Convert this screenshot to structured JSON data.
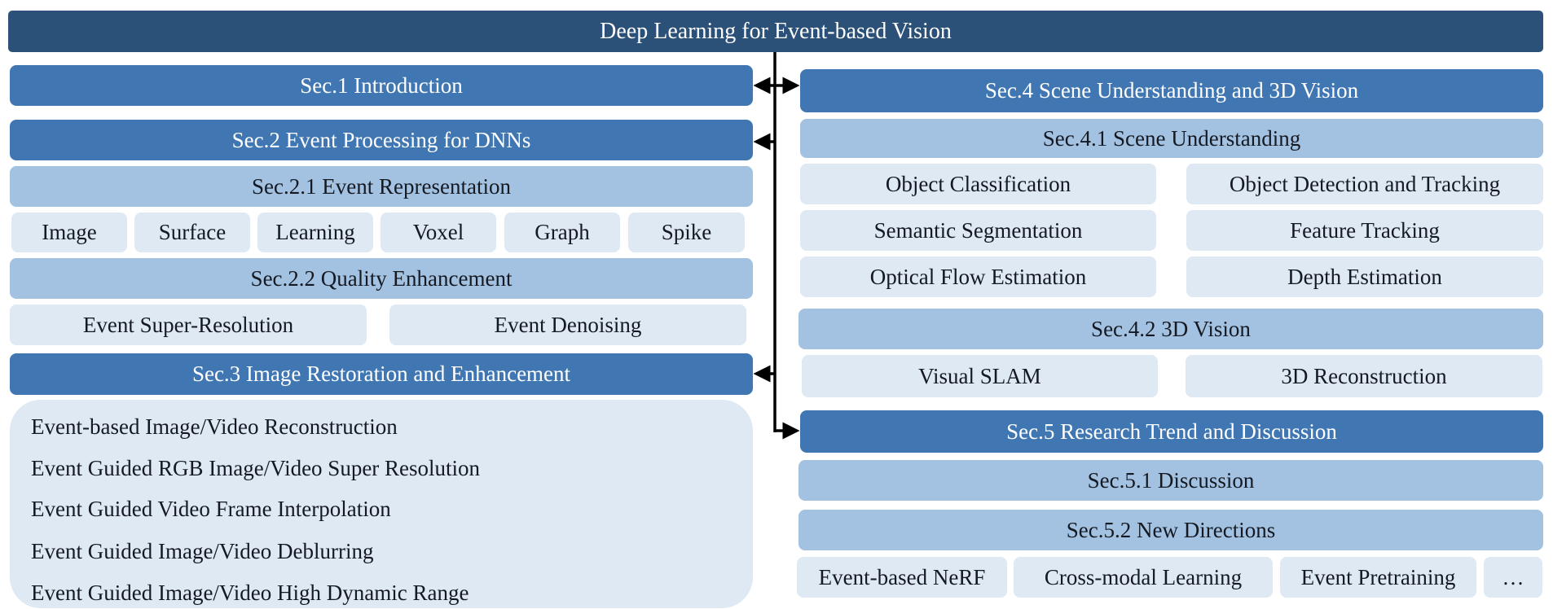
{
  "title": "Deep Learning for Event-based Vision",
  "sec1": {
    "label": "Sec.1 Introduction"
  },
  "sec2": {
    "label": "Sec.2 Event Processing for DNNs",
    "sub1": {
      "label": "Sec.2.1 Event Representation",
      "items": [
        "Image",
        "Surface",
        "Learning",
        "Voxel",
        "Graph",
        "Spike"
      ]
    },
    "sub2": {
      "label": "Sec.2.2 Quality Enhancement",
      "items": [
        "Event Super-Resolution",
        "Event Denoising"
      ]
    }
  },
  "sec3": {
    "label": "Sec.3 Image Restoration and Enhancement",
    "items": [
      "Event-based Image/Video Reconstruction",
      "Event Guided RGB Image/Video Super Resolution",
      "Event Guided Video Frame Interpolation",
      "Event Guided Image/Video Deblurring",
      "Event Guided Image/Video High Dynamic Range"
    ]
  },
  "sec4": {
    "label": "Sec.4 Scene Understanding and 3D Vision",
    "sub1": {
      "label": "Sec.4.1 Scene Understanding",
      "items": [
        "Object Classification",
        "Object Detection and Tracking",
        "Semantic Segmentation",
        "Feature Tracking",
        "Optical Flow Estimation",
        "Depth Estimation"
      ]
    },
    "sub2": {
      "label": "Sec.4.2 3D Vision",
      "items": [
        "Visual SLAM",
        "3D Reconstruction"
      ]
    }
  },
  "sec5": {
    "label": "Sec.5 Research Trend and Discussion",
    "sub1": {
      "label": "Sec.5.1 Discussion"
    },
    "sub2": {
      "label": "Sec.5.2 New Directions",
      "items": [
        "Event-based NeRF",
        "Cross-modal Learning",
        "Event Pretraining",
        "…"
      ]
    }
  },
  "colors": {
    "title_bg": "#2b5178",
    "section_bg": "#4077b2",
    "subsection_bg": "#a3c2e2",
    "item_bg": "#dfe9f4",
    "connector": "#000000"
  }
}
